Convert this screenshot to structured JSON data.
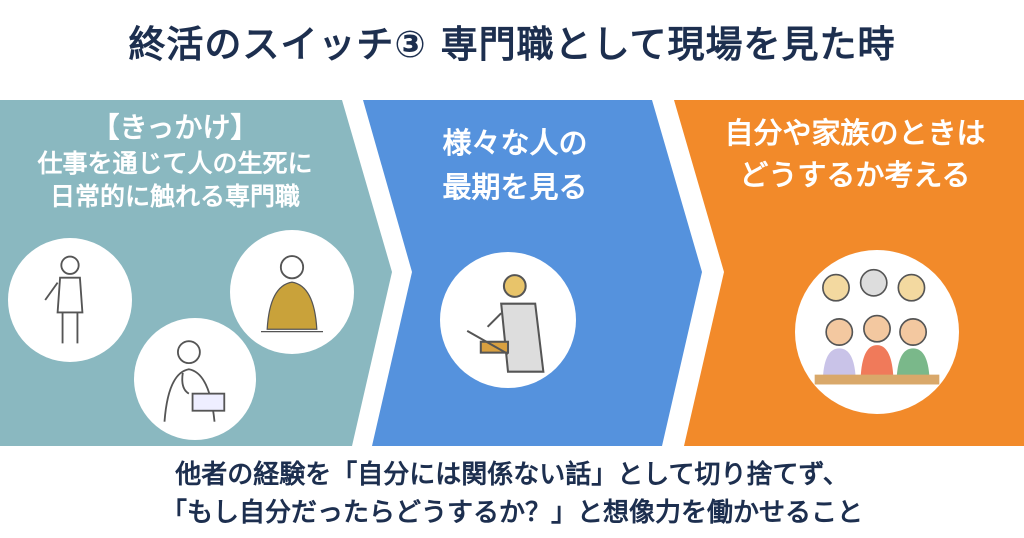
{
  "title": "終活のスイッチ③ 専門職として現場を見た時",
  "panels": [
    {
      "heading": "【きっかけ】",
      "lines": [
        "仕事を通じて人の生死に",
        "日常的に触れる専門職"
      ],
      "color": "#8ab8c0"
    },
    {
      "lines": [
        "様々な人の",
        "最期を見る"
      ],
      "color": "#5592dd"
    },
    {
      "lines": [
        "自分や家族のときは",
        "どうするか考える"
      ],
      "color": "#f28a2a"
    }
  ],
  "footer": {
    "line1": "他者の経験を「自分には関係ない話」として切り捨てず、",
    "line2": "「もし自分だったらどうするか？」と想像力を働かせること"
  }
}
